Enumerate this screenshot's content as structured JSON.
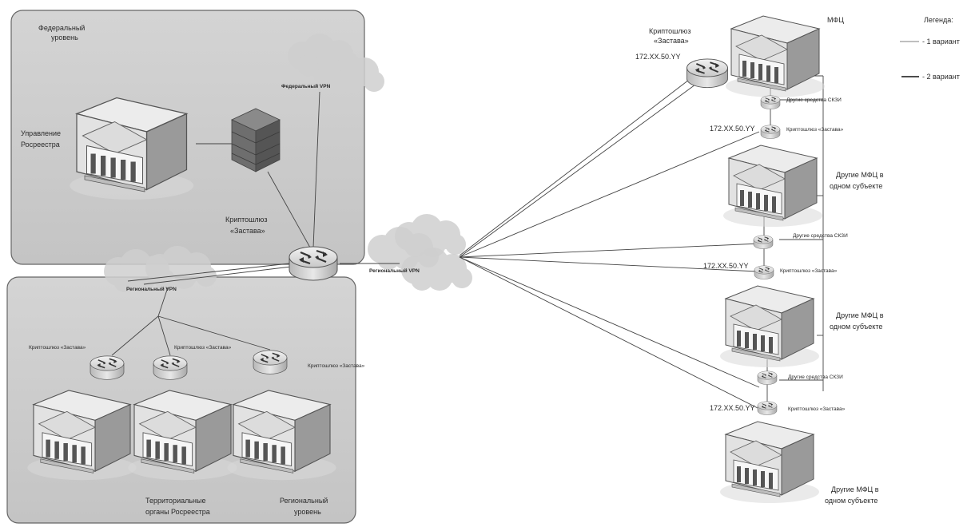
{
  "federal_zone": {
    "title_line1": "Федеральный",
    "title_line2": "уровень",
    "vpn_label": "Федеральный VPN",
    "rosreestr_line1": "Управление",
    "rosreestr_line2": "Росреестра",
    "gateway_line1": "Криптошлюз",
    "gateway_line2": "«Застава»"
  },
  "regional_zone": {
    "vpn_label": "Региональный VPN",
    "gateway_label": "Криптошлюз «Застава»",
    "territorial_line1": "Территориальные",
    "territorial_line2": "органы Росреестра",
    "level_line1": "Региональный",
    "level_line2": "уровень"
  },
  "center": {
    "regional_vpn_label": "Региональный VPN"
  },
  "mfc": {
    "gateway_line1": "Криптошлюз",
    "gateway_line2": "«Застава»",
    "main_ip": "172.XX.50.YY",
    "main_name": "МФЦ",
    "ip": "172.XX.50.YY",
    "gateway_label": "Криптошлюз «Застава»",
    "skzi_label": "Другие средства СКЗИ",
    "other_line1": "Другие МФЦ в",
    "other_line2": "одном субъекте"
  },
  "legend": {
    "title": "Легенда:",
    "variant1": "- 1 вариант",
    "variant2": "- 2 вариант"
  }
}
